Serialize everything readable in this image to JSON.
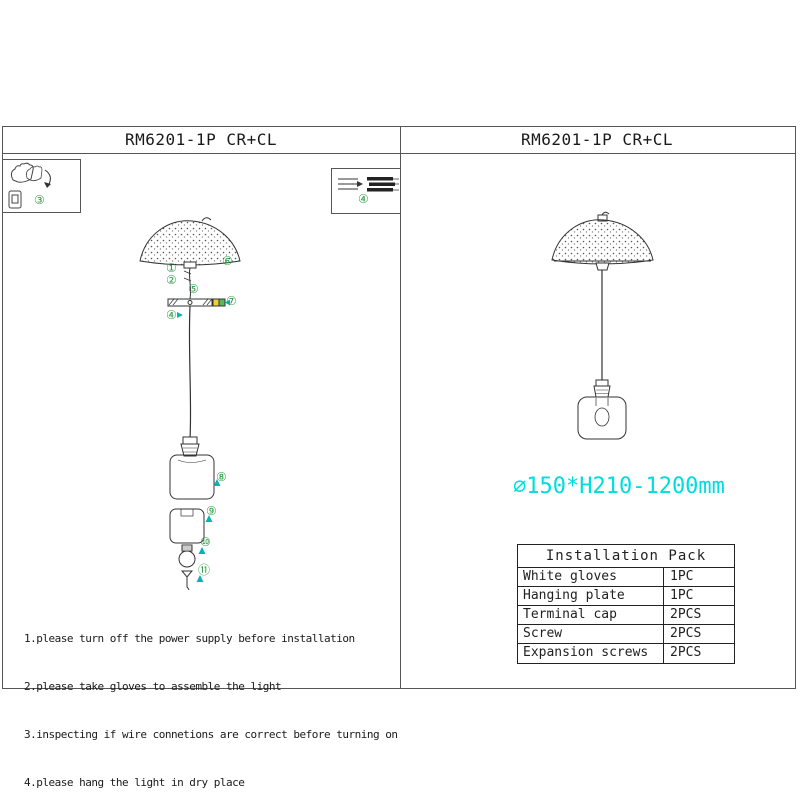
{
  "left_panel": {
    "title": "RM6201-1P CR+CL",
    "glove_inset_label": "③",
    "wire_inset_label": "④",
    "callouts": {
      "c1": "①",
      "c2": "②",
      "c4": "④",
      "c5": "⑤",
      "c6": "⑥",
      "c7": "⑦",
      "c8": "⑧",
      "c9": "⑨",
      "c10": "⑩",
      "c11": "⑪"
    },
    "instructions": [
      "1.please turn off the power supply before installation",
      "2.please take gloves to assemble the light",
      "3.inspecting if wire connetions are correct before turning on",
      "4.please hang the light in dry place"
    ]
  },
  "right_panel": {
    "title": "RM6201-1P CR+CL",
    "dimension": "∅150*H210-1200mm",
    "table": {
      "header": "Installation Pack",
      "rows": [
        {
          "item": "White gloves",
          "qty": "1PC"
        },
        {
          "item": "Hanging plate",
          "qty": "1PC"
        },
        {
          "item": "Terminal cap",
          "qty": "2PCS"
        },
        {
          "item": "Screw",
          "qty": "2PCS"
        },
        {
          "item": "Expansion screws",
          "qty": "2PCS"
        }
      ]
    }
  },
  "colors": {
    "line": "#333333",
    "callout_green": "#2f9e44",
    "arrow_teal": "#00b5b5",
    "dimension_cyan": "#00dddd"
  }
}
